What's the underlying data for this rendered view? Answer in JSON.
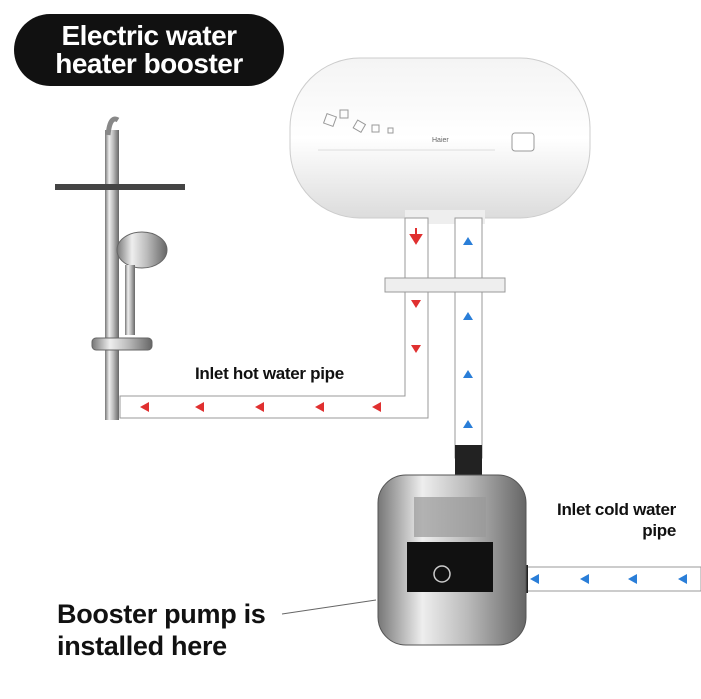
{
  "title": {
    "line1": "Electric water",
    "line2": "heater booster"
  },
  "heater": {
    "brand": "Haier"
  },
  "labels": {
    "hot_pipe": "Inlet hot water pipe",
    "cold_pipe_line1": "Inlet cold water",
    "cold_pipe_line2": "pipe",
    "pump_line1": "Booster pump is",
    "pump_line2": "installed here"
  },
  "colors": {
    "hot_arrow": "#e03030",
    "cold_arrow": "#2a7ed8",
    "badge": "#111111"
  }
}
